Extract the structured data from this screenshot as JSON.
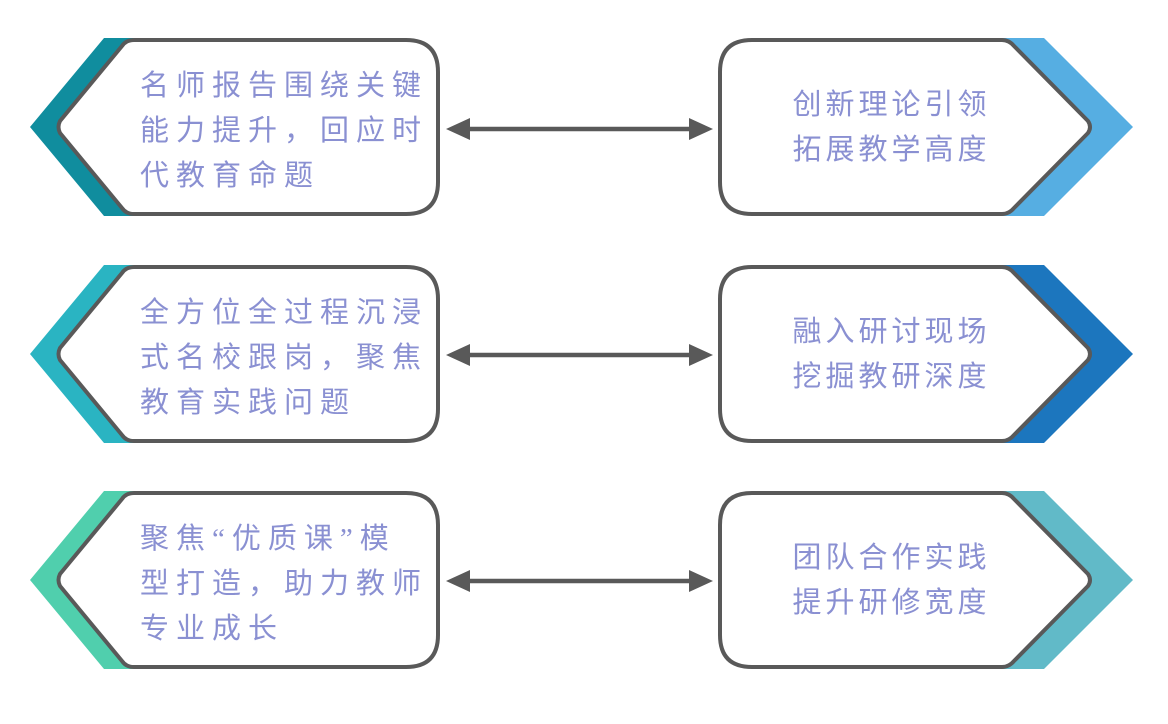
{
  "theme": {
    "background": "#ffffff",
    "box_fill": "#ffffff",
    "border_color": "#595959",
    "arrow_color": "#595959",
    "text_color": "#8a90d2"
  },
  "icons": {
    "left_chevron": "chevron-left-icon",
    "right_chevron": "chevron-right-icon",
    "connector": "double-headed-arrow-icon"
  },
  "rows": [
    {
      "left": {
        "label": "名师报告围绕关键\n能力提升，回应时\n代教育命题",
        "chevron_color": "#108d9e"
      },
      "right": {
        "label": "创新理论引领\n拓展教学高度",
        "chevron_color": "#56aee2"
      }
    },
    {
      "left": {
        "label": "全方位全过程沉浸\n式名校跟岗，聚焦\n教育实践问题",
        "chevron_color": "#2ab4c2"
      },
      "right": {
        "label": "融入研讨现场\n挖掘教研深度",
        "chevron_color": "#1c76be"
      }
    },
    {
      "left": {
        "label": "聚焦“优质课”模\n型打造，助力教师\n专业成长",
        "chevron_color": "#50cfad"
      },
      "right": {
        "label": "团队合作实践\n提升研修宽度",
        "chevron_color": "#61bac8"
      }
    }
  ]
}
